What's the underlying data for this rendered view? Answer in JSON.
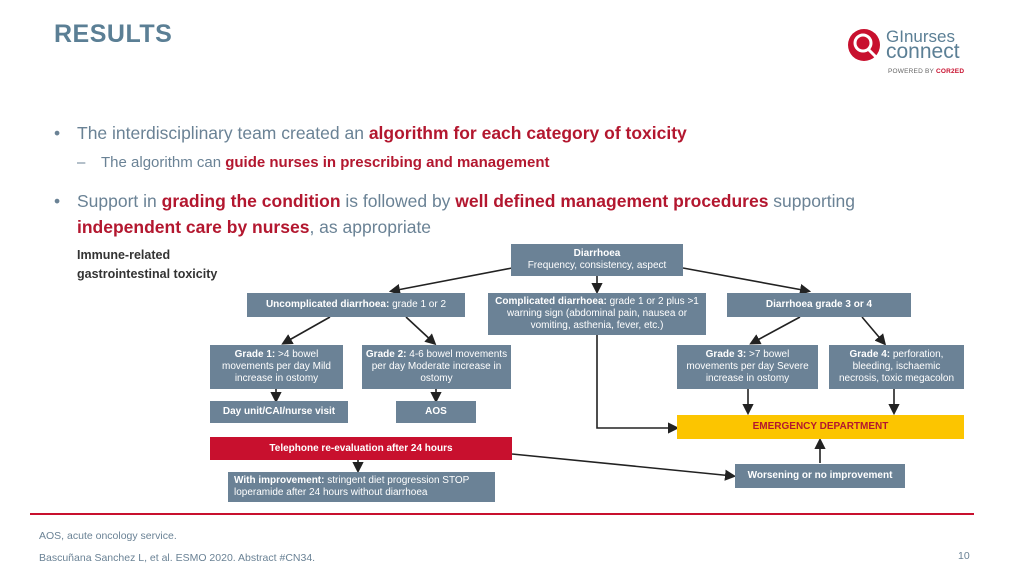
{
  "slide": {
    "title": "RESULTS",
    "page_number": "10"
  },
  "logo": {
    "line1": "GInurses",
    "line2": "connect",
    "powered_prefix": "POWERED BY ",
    "powered_brand": "COR2ED",
    "brand_color": "#c8102e"
  },
  "bullets": [
    {
      "pre": "The interdisciplinary team created an ",
      "hl": "algorithm for each category of toxicity",
      "sub": {
        "pre": "The algorithm can ",
        "hl": "guide nurses in prescribing and management"
      }
    },
    {
      "pre": "Support in ",
      "hl1": "grading the condition",
      "mid": " is followed by ",
      "hl2": "well defined management procedures",
      "post": " supporting ",
      "hl3": "independent care by nurses",
      "end": ", as appropriate"
    }
  ],
  "flow": {
    "label": "Immune-related gastrointestinal toxicity",
    "diarrhoea": {
      "title": "Diarrhoea",
      "desc": "Frequency, consistency, aspect"
    },
    "uncomplicated": {
      "bold": "Uncomplicated diarrhoea:",
      "rest": " grade 1 or 2"
    },
    "complicated": {
      "bold": "Complicated diarrhoea:",
      "rest": " grade 1 or 2 plus >1 warning sign (abdominal pain, nausea or vomiting, asthenia, fever, etc.)"
    },
    "grade34": "Diarrhoea grade 3 or 4",
    "grade1": {
      "bold": "Grade 1:",
      "rest": " >4 bowel movements per day Mild increase in ostomy"
    },
    "grade2": {
      "bold": "Grade 2:",
      "rest": " 4-6 bowel movements per day Moderate increase in ostomy"
    },
    "grade3": {
      "bold": "Grade 3:",
      "rest": " >7 bowel movements per day Severe increase in ostomy"
    },
    "grade4": {
      "bold": "Grade 4:",
      "rest": " perforation, bleeding, ischaemic necrosis, toxic megacolon"
    },
    "dayunit": "Day unit/CAI/nurse visit",
    "aos": "AOS",
    "emergency": "EMERGENCY DEPARTMENT",
    "telephone": "Telephone re-evaluation after 24 hours",
    "improvement": {
      "bold": "With improvement:",
      "rest": " stringent diet progression STOP loperamide after 24 hours without diarrhoea"
    },
    "worsening": "Worsening or no improvement"
  },
  "footnotes": {
    "abbrev": "AOS, acute oncology service.",
    "reference": "Bascuñana Sanchez L, et al. ESMO 2020. Abstract #CN34."
  },
  "colors": {
    "title": "#5b7f95",
    "highlight": "#b3172f",
    "box": "#6b8296",
    "telephone": "#c8102e",
    "emergency": "#fcc500"
  }
}
